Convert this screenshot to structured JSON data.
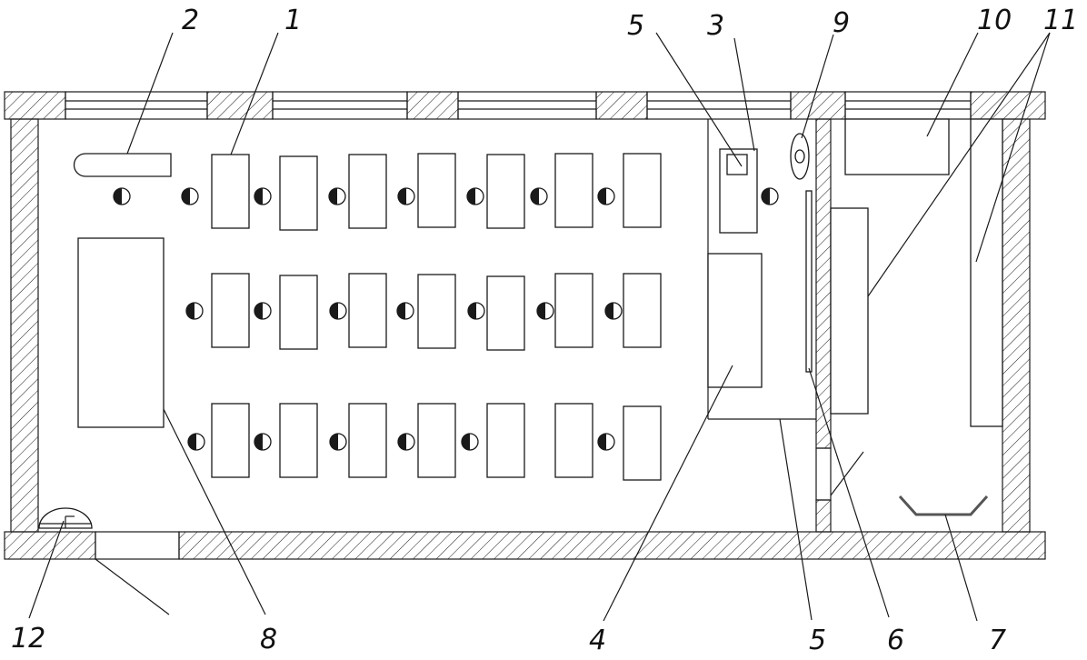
{
  "labels": {
    "l1": "1",
    "l2": "2",
    "l3": "3",
    "l4": "4",
    "l5_top": "5",
    "l5_bottom": "5",
    "l6": "6",
    "l7": "7",
    "l8": "8",
    "l9": "9",
    "l10": "10",
    "l11": "11",
    "l12": "12"
  },
  "colors": {
    "line": "#1a1a1a",
    "background": "#ffffff",
    "sink_gray": "#555555"
  }
}
